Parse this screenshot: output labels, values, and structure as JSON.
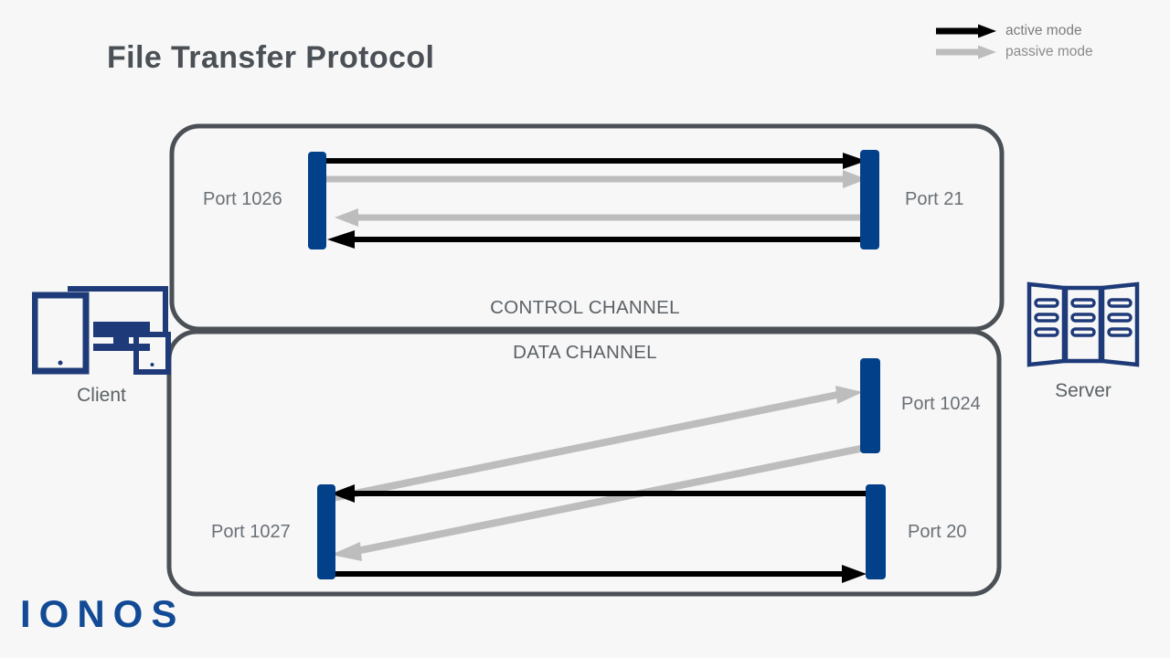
{
  "page": {
    "title": "File Transfer Protocol",
    "background_color": "#f7f7f7",
    "brand": "IONOS",
    "brand_color": "#124a96",
    "accent_blue": "#03408a",
    "outline_gray": "#4a5055",
    "text_gray": "#5b6166"
  },
  "legend": {
    "items": [
      {
        "label": "active mode",
        "color": "#000000",
        "style": "solid-arrow"
      },
      {
        "label": "passive mode",
        "color": "#bdbdbd",
        "style": "solid-arrow"
      }
    ]
  },
  "endpoints": {
    "client": {
      "label": "Client",
      "icon": "devices-icon"
    },
    "server": {
      "label": "Server",
      "icon": "server-rack-icon"
    }
  },
  "channels": [
    {
      "id": "control",
      "label": "CONTROL CHANNEL",
      "client_port": "Port 1026",
      "server_port": "Port 21",
      "flows": [
        {
          "mode": "active",
          "direction": "client-to-server",
          "color": "#000000"
        },
        {
          "mode": "passive",
          "direction": "client-to-server",
          "color": "#bdbdbd"
        },
        {
          "mode": "passive",
          "direction": "server-to-client",
          "color": "#bdbdbd"
        },
        {
          "mode": "active",
          "direction": "server-to-client",
          "color": "#000000"
        }
      ]
    },
    {
      "id": "data",
      "label": "DATA CHANNEL",
      "client_port": "Port 1027",
      "server_ports": [
        "Port 1024",
        "Port 20"
      ],
      "flows": [
        {
          "mode": "passive",
          "direction": "client-to-server",
          "from": "Port 1027",
          "to": "Port 1024",
          "color": "#bdbdbd"
        },
        {
          "mode": "passive",
          "direction": "server-to-client",
          "from": "Port 1024",
          "to": "Port 1027",
          "color": "#bdbdbd"
        },
        {
          "mode": "active",
          "direction": "server-to-client",
          "from": "Port 20",
          "to": "Port 1027",
          "color": "#000000"
        },
        {
          "mode": "active",
          "direction": "client-to-server",
          "from": "Port 1027",
          "to": "Port 20",
          "color": "#000000"
        }
      ]
    }
  ]
}
